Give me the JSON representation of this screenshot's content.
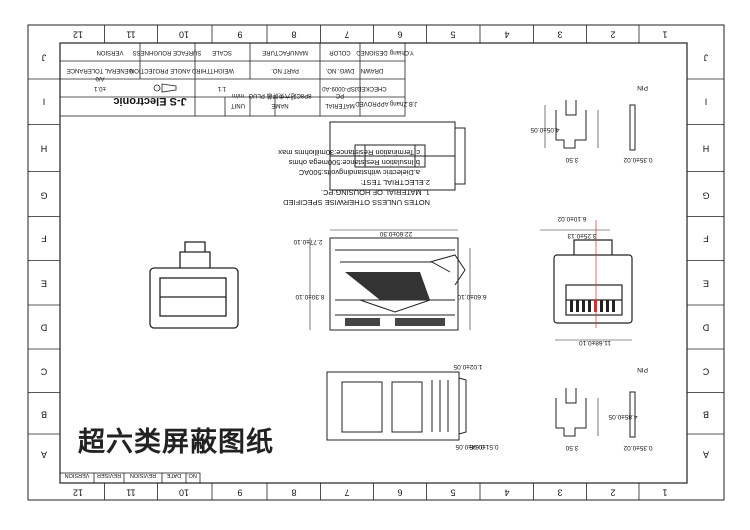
{
  "border_cols": [
    "12",
    "11",
    "10",
    "9",
    "8",
    "7",
    "6",
    "5",
    "4",
    "3",
    "2",
    "1"
  ],
  "border_rows": [
    "J",
    "I",
    "H",
    "G",
    "F",
    "E",
    "D",
    "C",
    "B",
    "A"
  ],
  "title_block": {
    "version": "VERSION",
    "surface": "SURFACE ROUGHNESS",
    "scale": "SCALE",
    "manufacture": "MANUFACTURE",
    "color": "COLOR",
    "designed": "DESIGNED",
    "designed_by": "Y.Chiang",
    "tolerance": "GENERAL TOLERANCE",
    "projection": "THIRD ANGLE PROJECTION",
    "weight": "WEIGHT",
    "part_no": "PART NO.",
    "dwg_no": "DWG. NO.",
    "drawn": "DRAWN",
    "tol_value": "±0.1",
    "version_value": "A/0",
    "scale_value": "1:1",
    "dwg_value": "JSP-0009-A0",
    "checked": "CHECKED",
    "company": "J-S Electronic",
    "unit": "UNIT",
    "unit_value": "m/m",
    "name": "NAME",
    "name_value": "8P8C超六类屏蔽 PLUG",
    "material": "MATERIAL",
    "material_value": "PC",
    "approved": "APPROVED",
    "approved_by": "J.B.Zhang"
  },
  "notes": [
    "NOTES UNLESS OTHERWISE SPECIFIED",
    "1. MATERIAL OF HOUSING:PC.",
    "2.ELECTRIAL TEST:",
    "a.Dielectric withstandingvolts:500AC",
    "b.Insulation Resistance:500mega ohms",
    "c.Termination Resistance:30milliohms max"
  ],
  "dimensions": {
    "d_length": "22.60±0.30",
    "d_height": "8.30±0.10",
    "d_total_h": "2.77±0.10",
    "d_front_h": "6.60±0.10",
    "d_pin_top": "4.05±0.05",
    "d_pin_w": "3.50",
    "d_pin_t": "0.35±0.02",
    "d_width": "6.10±0.02",
    "d_pitch": "3.25±0.13",
    "d_body_w": "11.68±0.10",
    "d_pin_bot": "4.85±0.05",
    "d_pin_w2": "3.50",
    "d_pin_t2": "0.35±0.02",
    "d_bot_1": "1.02±0.05",
    "d_bot_2": "0.51±0.05",
    "d_bot_3": "0.64±0.05",
    "pin_label": "PIN",
    "pin_label2": "PIN"
  },
  "revision": {
    "version": "VERSION",
    "reviser": "REVISER",
    "revision": "REVISION",
    "date": "DATE",
    "no": "NO."
  },
  "caption": "超六类屏蔽图纸"
}
